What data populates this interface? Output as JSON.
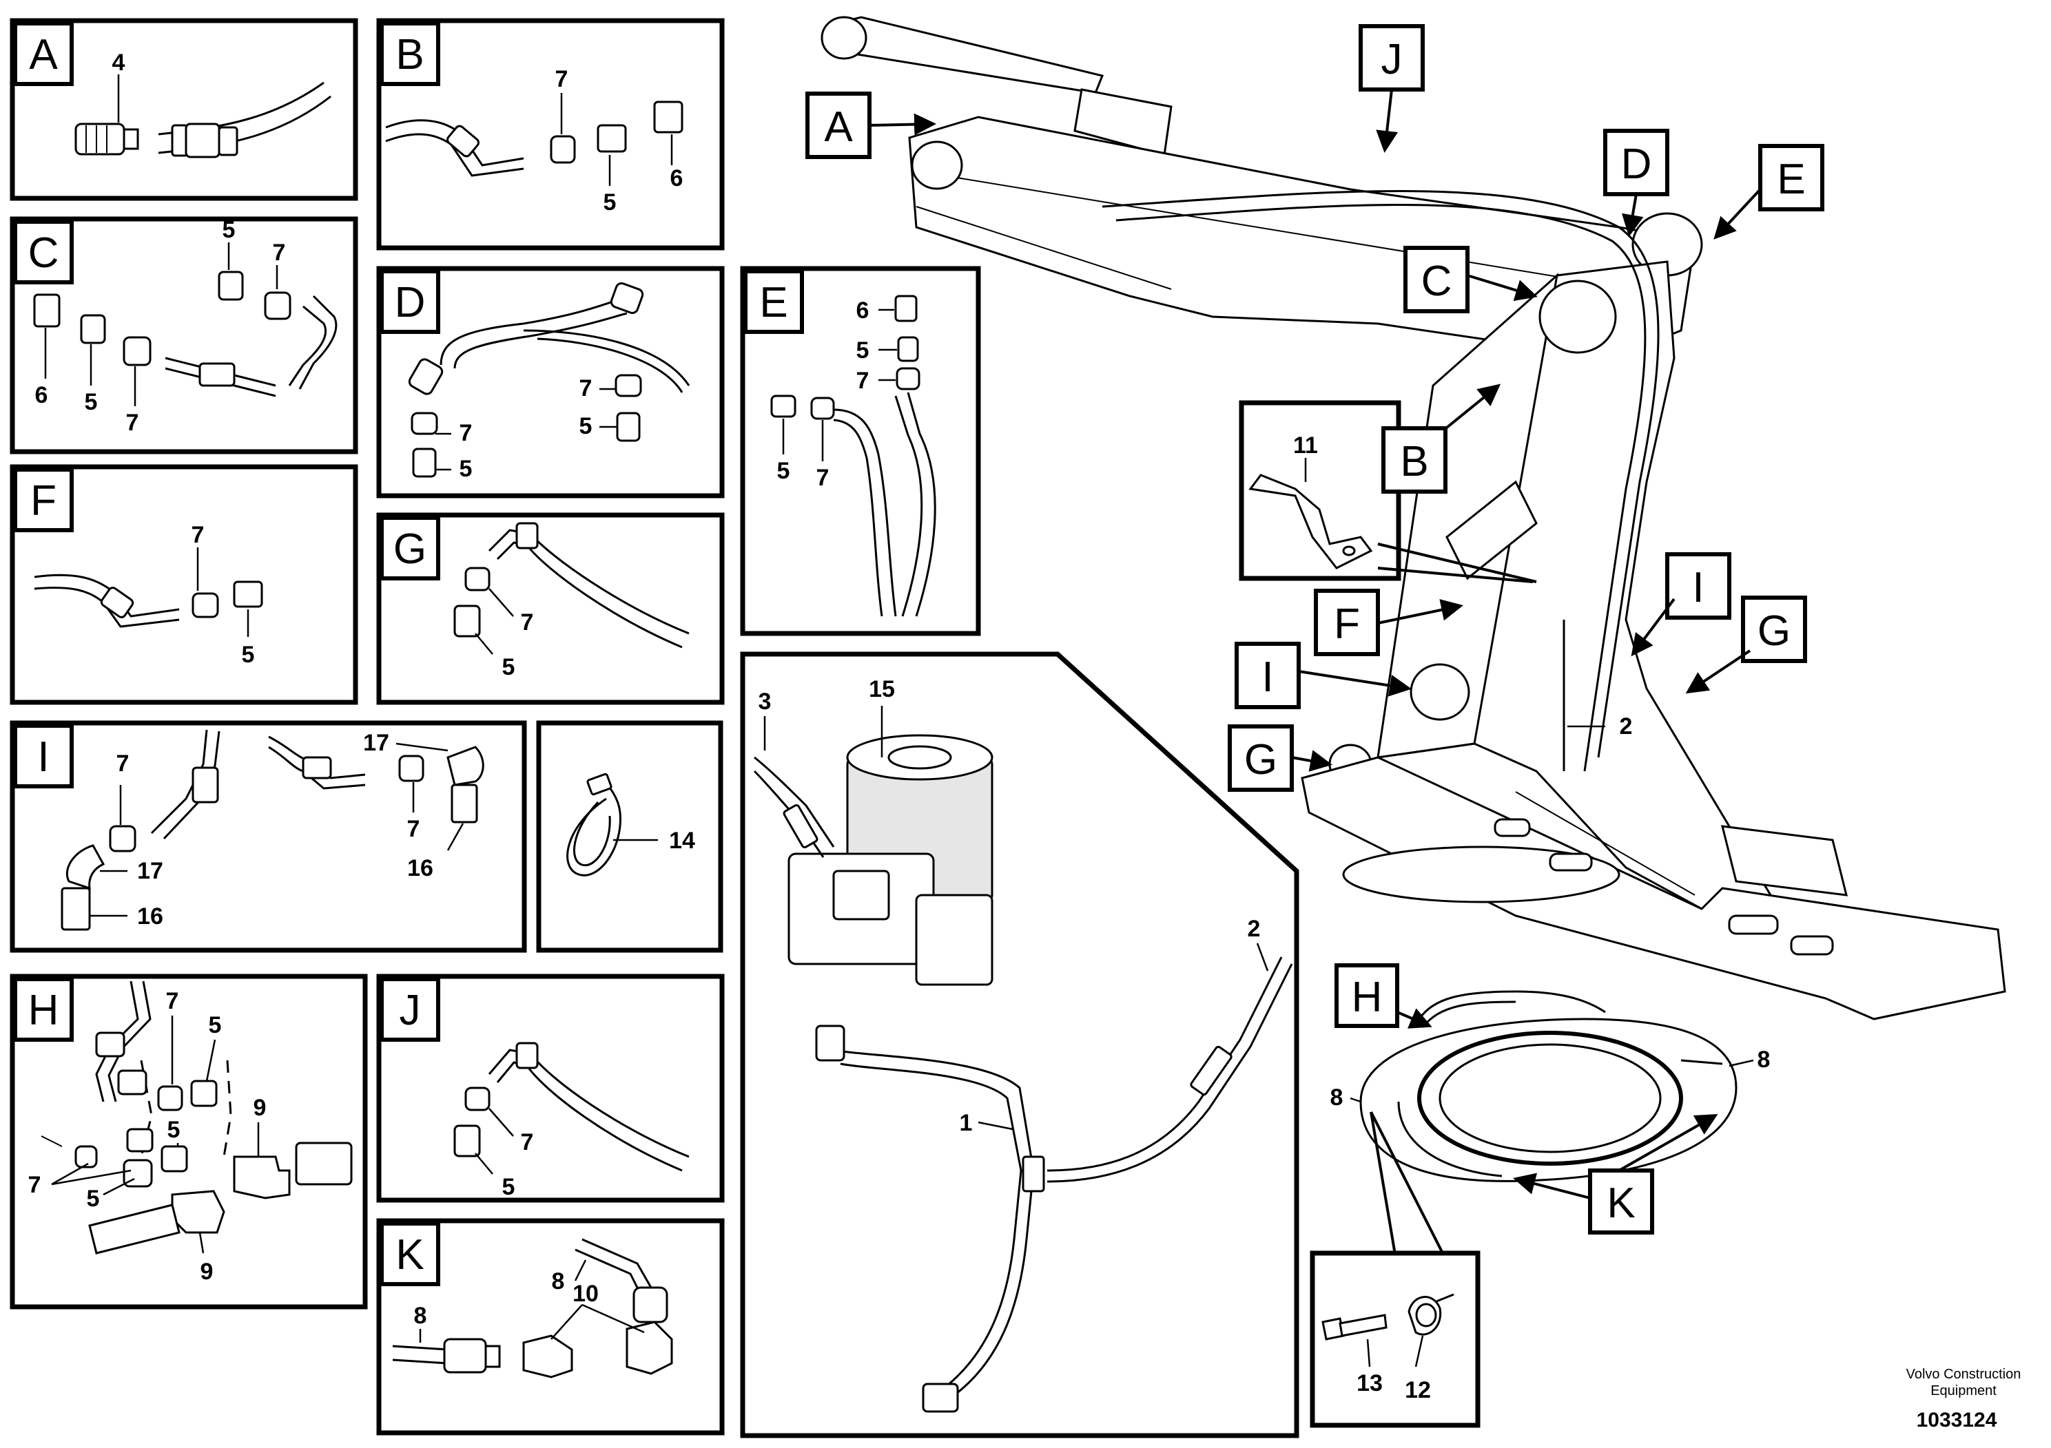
{
  "panels": {
    "A": {
      "letter": "A",
      "items": [
        "4"
      ]
    },
    "B": {
      "letter": "B",
      "items": [
        "7",
        "5",
        "6"
      ]
    },
    "C": {
      "letter": "C",
      "items": [
        "5",
        "7",
        "6",
        "5",
        "7"
      ]
    },
    "D": {
      "letter": "D",
      "items": [
        "7",
        "5",
        "7",
        "5"
      ]
    },
    "E": {
      "letter": "E",
      "items": [
        "6",
        "5",
        "7",
        "5",
        "7"
      ]
    },
    "F": {
      "letter": "F",
      "items": [
        "7",
        "5"
      ]
    },
    "G": {
      "letter": "G",
      "items": [
        "7",
        "5"
      ]
    },
    "I": {
      "letter": "I",
      "items": [
        "7",
        "17",
        "16",
        "17",
        "7",
        "16"
      ]
    },
    "tie": {
      "items": [
        "14"
      ]
    },
    "H": {
      "letter": "H",
      "items": [
        "7",
        "5",
        "5",
        "9",
        "7",
        "5",
        "9"
      ]
    },
    "J": {
      "letter": "J",
      "items": [
        "7",
        "5"
      ]
    },
    "K": {
      "letter": "K",
      "items": [
        "8",
        "8",
        "10"
      ]
    },
    "pump": {
      "items": [
        "15",
        "3",
        "2",
        "1"
      ]
    }
  },
  "main": {
    "callouts": [
      "A",
      "J",
      "D",
      "E",
      "C",
      "B",
      "F",
      "I",
      "I",
      "G",
      "G"
    ],
    "bracket_item": "11",
    "hose_item": "2"
  },
  "swing_ring": {
    "callouts": [
      "H",
      "K"
    ],
    "items": [
      "8",
      "8",
      "13",
      "12"
    ]
  },
  "footer": {
    "line1": "Volvo Construction",
    "line2": "Equipment",
    "doc_number": "1033124"
  }
}
